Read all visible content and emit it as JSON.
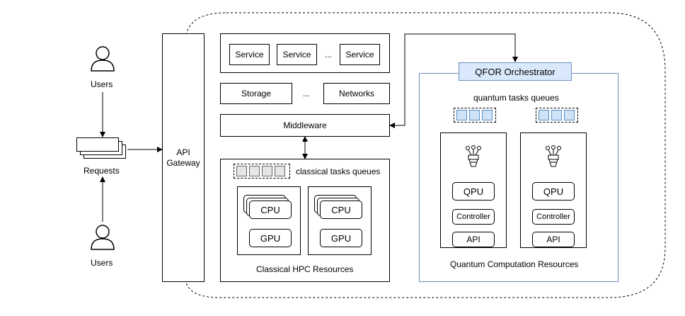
{
  "users_top": "Users",
  "users_bottom": "Users",
  "requests": "Requests",
  "api_gateway": "API\nGateway",
  "services": [
    "Service",
    "Service",
    "...",
    "Service"
  ],
  "storage": "Storage",
  "storage_dots": "...",
  "networks": "Networks",
  "middleware": "Middleware",
  "classical_queues": "classical tasks queues",
  "cpu": "CPU",
  "gpu": "GPU",
  "classical_hpc": "Classical HPC Resources",
  "orchestrator": "QFOR Orchestrator",
  "quantum_queues": "quantum tasks queues",
  "qpu": "QPU",
  "controller": "Controller",
  "api": "API",
  "quantum_resources": "Quantum Computation Resources",
  "colors": {
    "orchestrator_fill": "#dae8fc",
    "orchestrator_border": "#6c8ebf",
    "quantum_border": "#6c8ebf"
  }
}
